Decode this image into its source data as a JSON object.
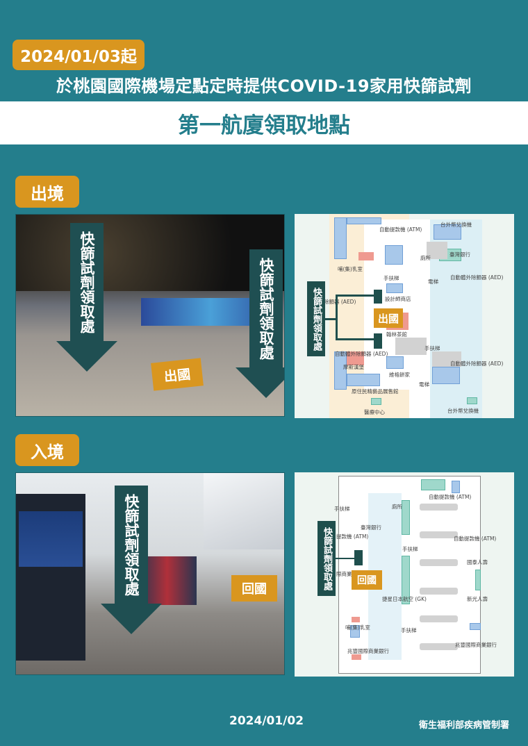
{
  "header": {
    "date_badge": "2024/01/03起",
    "headline": "於桃園國際機場定點定時提供COVID-19家用快篩試劑",
    "subtitle": "第一航廈領取地點"
  },
  "colors": {
    "background": "#247e8c",
    "accent": "#d9961f",
    "arrow": "#1f4f52"
  },
  "departure": {
    "section_label": "出境",
    "photo": {
      "arrow_label": "快篩試劑領取處",
      "tag": "出國"
    },
    "map": {
      "callout": "快篩試劑領取處",
      "tag": "出國",
      "labels": [
        "自動提款機 (ATM)",
        "台外幣兌換機",
        "臺灣銀行",
        "廁所",
        "哺(集)乳室",
        "手扶梯",
        "電梯",
        "自動體外除顫器 (AED)",
        "除顫器 (AED)",
        "設計師商店",
        "翰林茶館",
        "自動體外除顫器 (AED)",
        "手扶梯",
        "自動體外除顫器 (AED)",
        "摩斯漢堡",
        "維格餅家",
        "電梯",
        "原住民精藝品展售館",
        "醫療中心",
        "台外幣兌換機"
      ]
    }
  },
  "arrival": {
    "section_label": "入境",
    "photo": {
      "arrow_label": "快篩試劑領取處",
      "tag": "回國"
    },
    "map": {
      "callout": "快篩試劑領取處",
      "tag": "回國",
      "labels": [
        "自動提款機 (ATM)",
        "手扶梯",
        "廁所",
        "臺灣銀行",
        "提款機 (ATM)",
        "自動提款機 (ATM)",
        "手扶梯",
        "國泰人壽",
        "際商業",
        "捷星日本航空 (GK)",
        "新光人壽",
        "哺(集)乳室",
        "手扶梯",
        "兆豐國際商業銀行",
        "兆豐國際商業銀行"
      ]
    }
  },
  "footer": {
    "date": "2024/01/02",
    "organization": "衛生福利部疾病管制署"
  }
}
